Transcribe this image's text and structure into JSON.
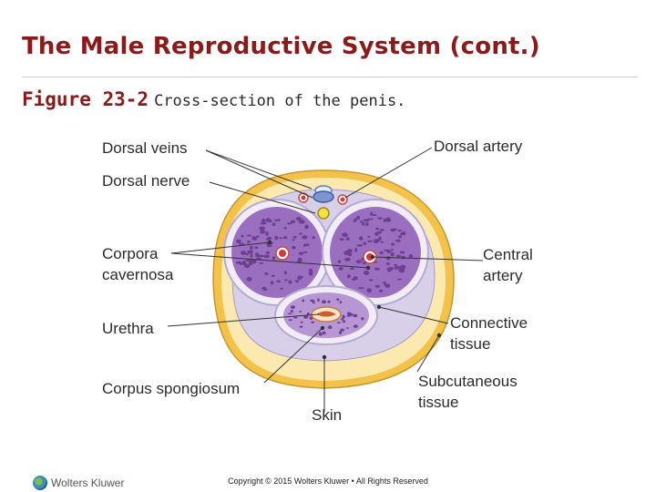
{
  "slide": {
    "title": "The Male Reproductive System (cont.)",
    "figure_number": "Figure 23-2",
    "figure_caption": "Cross-section of the penis."
  },
  "diagram": {
    "labels": {
      "dorsal_veins": "Dorsal veins",
      "dorsal_nerve": "Dorsal nerve",
      "corpora_cavernosa_1": "Corpora",
      "corpora_cavernosa_2": "cavernosa",
      "urethra": "Urethra",
      "corpus_spongiosum": "Corpus spongiosum",
      "skin": "Skin",
      "dorsal_artery": "Dorsal artery",
      "central_artery_1": "Central",
      "central_artery_2": "artery",
      "connective_tissue_1": "Connective",
      "connective_tissue_2": "tissue",
      "subcutaneous_tissue_1": "Subcutaneous",
      "subcutaneous_tissue_2": "tissue"
    },
    "colors": {
      "skin_ring": "#f3c24a",
      "subcutaneous": "#fbe9b0",
      "connective": "#d8d0e8",
      "tunica": "#f1ecf6",
      "corpora_fill": "#9b6fc0",
      "corpora_spots": "#6f3f94",
      "artery_red": "#d23a3a",
      "vein_blue": "#5f7fc4",
      "nerve_yellow": "#f4e23a"
    }
  },
  "footer": {
    "publisher": "Wolters Kluwer",
    "copyright": "Copyright © 2015 Wolters Kluwer • All Rights Reserved"
  }
}
